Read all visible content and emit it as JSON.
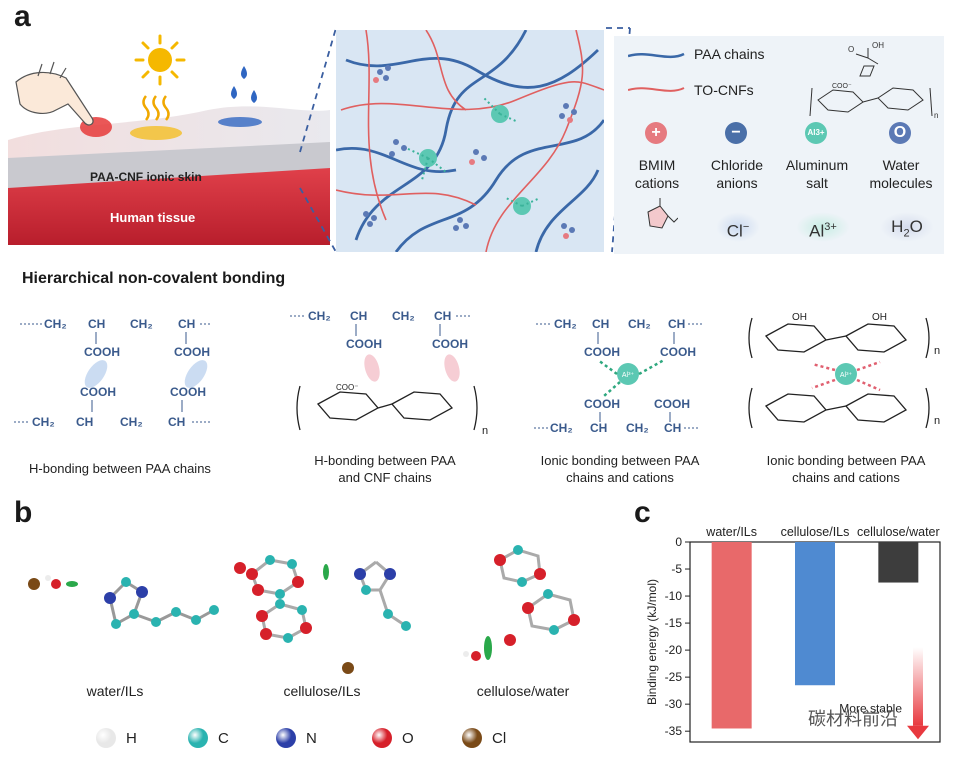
{
  "panels": {
    "a": "a",
    "b": "b",
    "c": "c"
  },
  "skin": {
    "layer_label": "PAA-CNF ionic skin",
    "tissue_label": "Human tissue"
  },
  "legend": {
    "paa": "PAA chains",
    "cnf": "TO-CNFs",
    "items": [
      {
        "label": "BMIM\ncations",
        "symbol": "+",
        "color": "#e67a80"
      },
      {
        "label": "Chloride\nanions",
        "symbol": "−",
        "color": "#4a6fa8"
      },
      {
        "label": "Aluminum\nsalt",
        "symbol": "Al3+",
        "color": "#5cc8b3"
      },
      {
        "label": "Water\nmolecules",
        "symbol": "O",
        "color": "#5b79b5"
      }
    ],
    "formulas": {
      "cl": "Cl",
      "cl_sup": "−",
      "al": "Al",
      "al_sup": "3+",
      "h2o_h": "H",
      "h2o_2": "2",
      "h2o_o": "O"
    }
  },
  "bonding": {
    "title": "Hierarchical non-covalent bonding",
    "captions": [
      "H-bonding  between  PAA chains",
      "H-bonding  between  PAA\nand CNF chains",
      "Ionic bonding  between  PAA\nchains and cations",
      "Ionic bonding  between  PAA\nchains and cations"
    ],
    "groups": {
      "ch2": "CH₂",
      "ch": "CH",
      "cooh": "COOH",
      "coo": "COO⁻",
      "oh": "OH",
      "o": "O",
      "n": "n",
      "al_badge": "Al³⁺"
    }
  },
  "molecules": {
    "captions": [
      "water/ILs",
      "cellulose/ILs",
      "cellulose/water"
    ],
    "atoms": [
      {
        "label": "H",
        "color": "#e8e8e8"
      },
      {
        "label": "C",
        "color": "#2ab3b0"
      },
      {
        "label": "N",
        "color": "#2c3fa8"
      },
      {
        "label": "O",
        "color": "#d6202a"
      },
      {
        "label": "Cl",
        "color": "#7a4a17"
      }
    ]
  },
  "chart_data": {
    "type": "bar",
    "categories": [
      "water/ILs",
      "cellulose/ILs",
      "cellulose/water"
    ],
    "values": [
      -34.5,
      -26.5,
      -7.5
    ],
    "colors": [
      "#e8696a",
      "#4f8ad1",
      "#3d3d3d"
    ],
    "ylabel": "Binding energy (kJ/mol)",
    "ylim": [
      -37,
      0
    ],
    "yticks": [
      0,
      -5,
      -10,
      -15,
      -20,
      -25,
      -30,
      -35
    ],
    "annotation": "More stable"
  },
  "watermark": "碳材料前沿"
}
